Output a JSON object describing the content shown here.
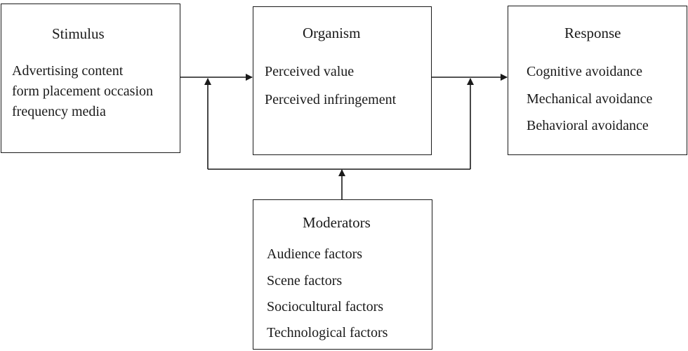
{
  "stimulus": {
    "title": "Stimulus",
    "lines": [
      "Advertising content",
      "form placement occasion",
      "frequency media"
    ]
  },
  "organism": {
    "title": "Organism",
    "lines": [
      "Perceived value",
      "Perceived infringement"
    ]
  },
  "response": {
    "title": "Response",
    "lines": [
      "Cognitive avoidance",
      "Mechanical avoidance",
      "Behavioral avoidance"
    ]
  },
  "moderators": {
    "title": "Moderators",
    "lines": [
      "Audience factors",
      "Scene factors",
      "Sociocultural factors",
      "Technological factors"
    ]
  },
  "colors": {
    "line": "#1a1a1a",
    "background": "#ffffff"
  }
}
